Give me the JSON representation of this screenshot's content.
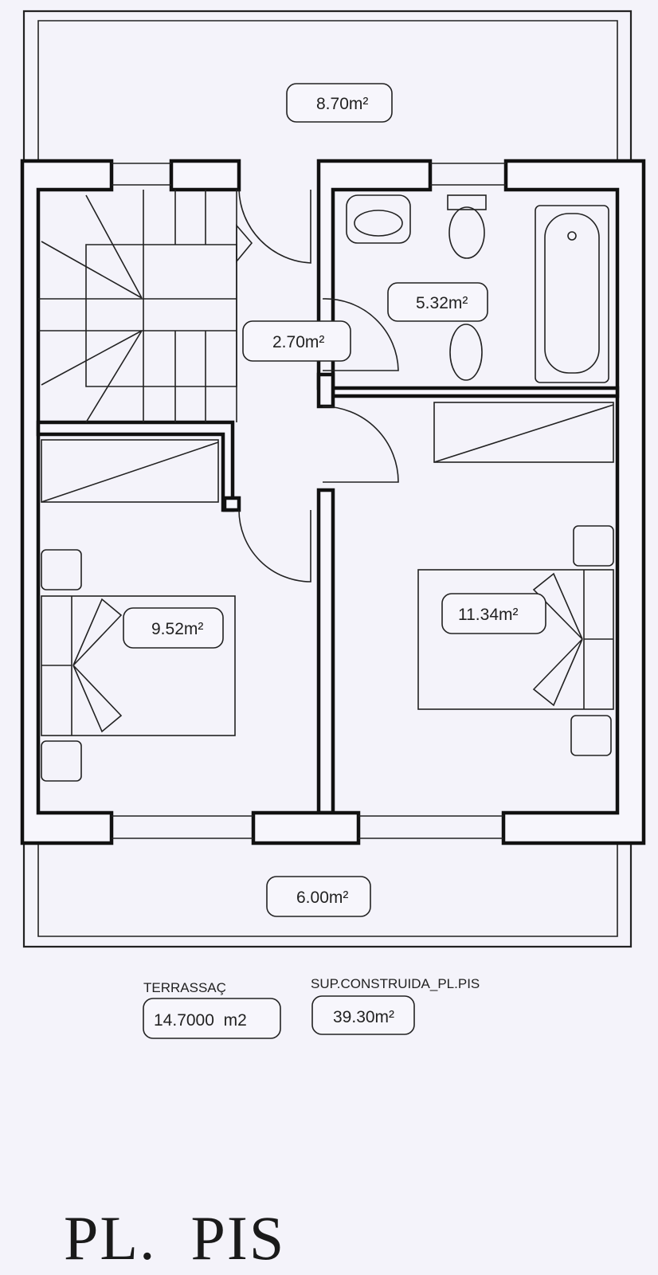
{
  "plan": {
    "title": "PL.  PIS",
    "areas": {
      "terrace_top": "8.70m²",
      "bathroom": "5.32m²",
      "hall": "2.70m²",
      "bedroom_left": "9.52m²",
      "bedroom_right": "11.34m²",
      "terrace_bottom": "6.00m²"
    },
    "summary": {
      "terrace_caption": "TERRASSAÇ",
      "terrace_total": "14.7000  m2",
      "built_caption": "SUP.CONSTRUIDA_PL.PIS",
      "built_total": "39.30m²"
    }
  }
}
